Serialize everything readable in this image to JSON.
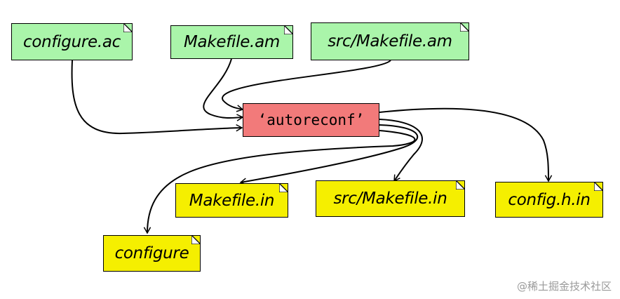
{
  "colors": {
    "input_fill": "#aaf5aa",
    "output_fill": "#f5ef00",
    "tool_fill": "#f27a7a",
    "stroke": "#000000"
  },
  "inputs": [
    {
      "id": "configure_ac",
      "label": "configure.ac"
    },
    {
      "id": "makefile_am",
      "label": "Makefile.am"
    },
    {
      "id": "src_makefile_am",
      "label": "src/Makefile.am"
    }
  ],
  "tool": {
    "id": "autoreconf",
    "label": "‘autoreconf’"
  },
  "outputs": [
    {
      "id": "makefile_in",
      "label": "Makefile.in"
    },
    {
      "id": "src_makefile_in",
      "label": "src/Makefile.in"
    },
    {
      "id": "config_h_in",
      "label": "config.h.in"
    },
    {
      "id": "configure",
      "label": "configure"
    }
  ],
  "edges": [
    {
      "from": "configure_ac",
      "to": "autoreconf"
    },
    {
      "from": "makefile_am",
      "to": "autoreconf"
    },
    {
      "from": "src_makefile_am",
      "to": "autoreconf"
    },
    {
      "from": "autoreconf",
      "to": "makefile_in"
    },
    {
      "from": "autoreconf",
      "to": "src_makefile_in"
    },
    {
      "from": "autoreconf",
      "to": "config_h_in"
    },
    {
      "from": "autoreconf",
      "to": "configure"
    }
  ],
  "watermark": "@稀土掘金技术社区"
}
